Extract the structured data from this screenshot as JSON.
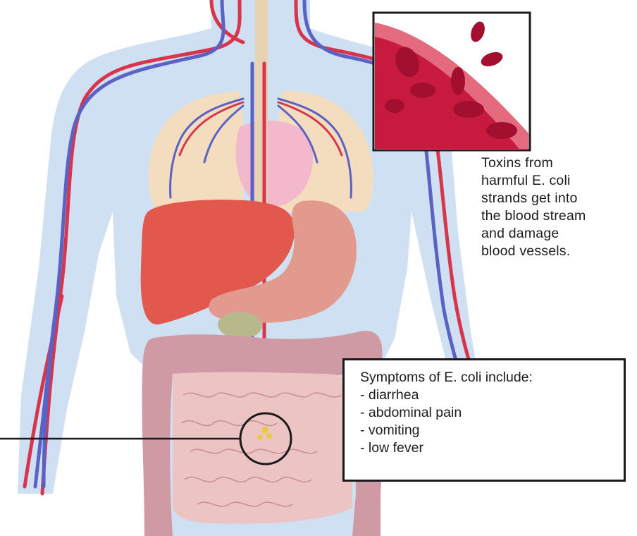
{
  "inset": {
    "caption_lines": [
      "Toxins from",
      "harmful E. coli",
      "strands get into",
      "the blood stream",
      "and damage",
      "blood vessels."
    ]
  },
  "symptoms": {
    "heading": "Symptoms of E. coli include:",
    "items": [
      "- diarrhea",
      "- abdominal pain",
      "- vomiting",
      "- low fever"
    ]
  },
  "colors": {
    "body": "#cfe0f3",
    "artery": "#d8344c",
    "vein": "#5a63c4",
    "liver": "#e2584c",
    "stomach": "#e39a8e",
    "heart": "#f3b8cc",
    "lungs": "#f4dcbe",
    "intestine": "#ecc4c4",
    "colon": "#cf9aa4",
    "blood_bg": "#c8193e"
  }
}
